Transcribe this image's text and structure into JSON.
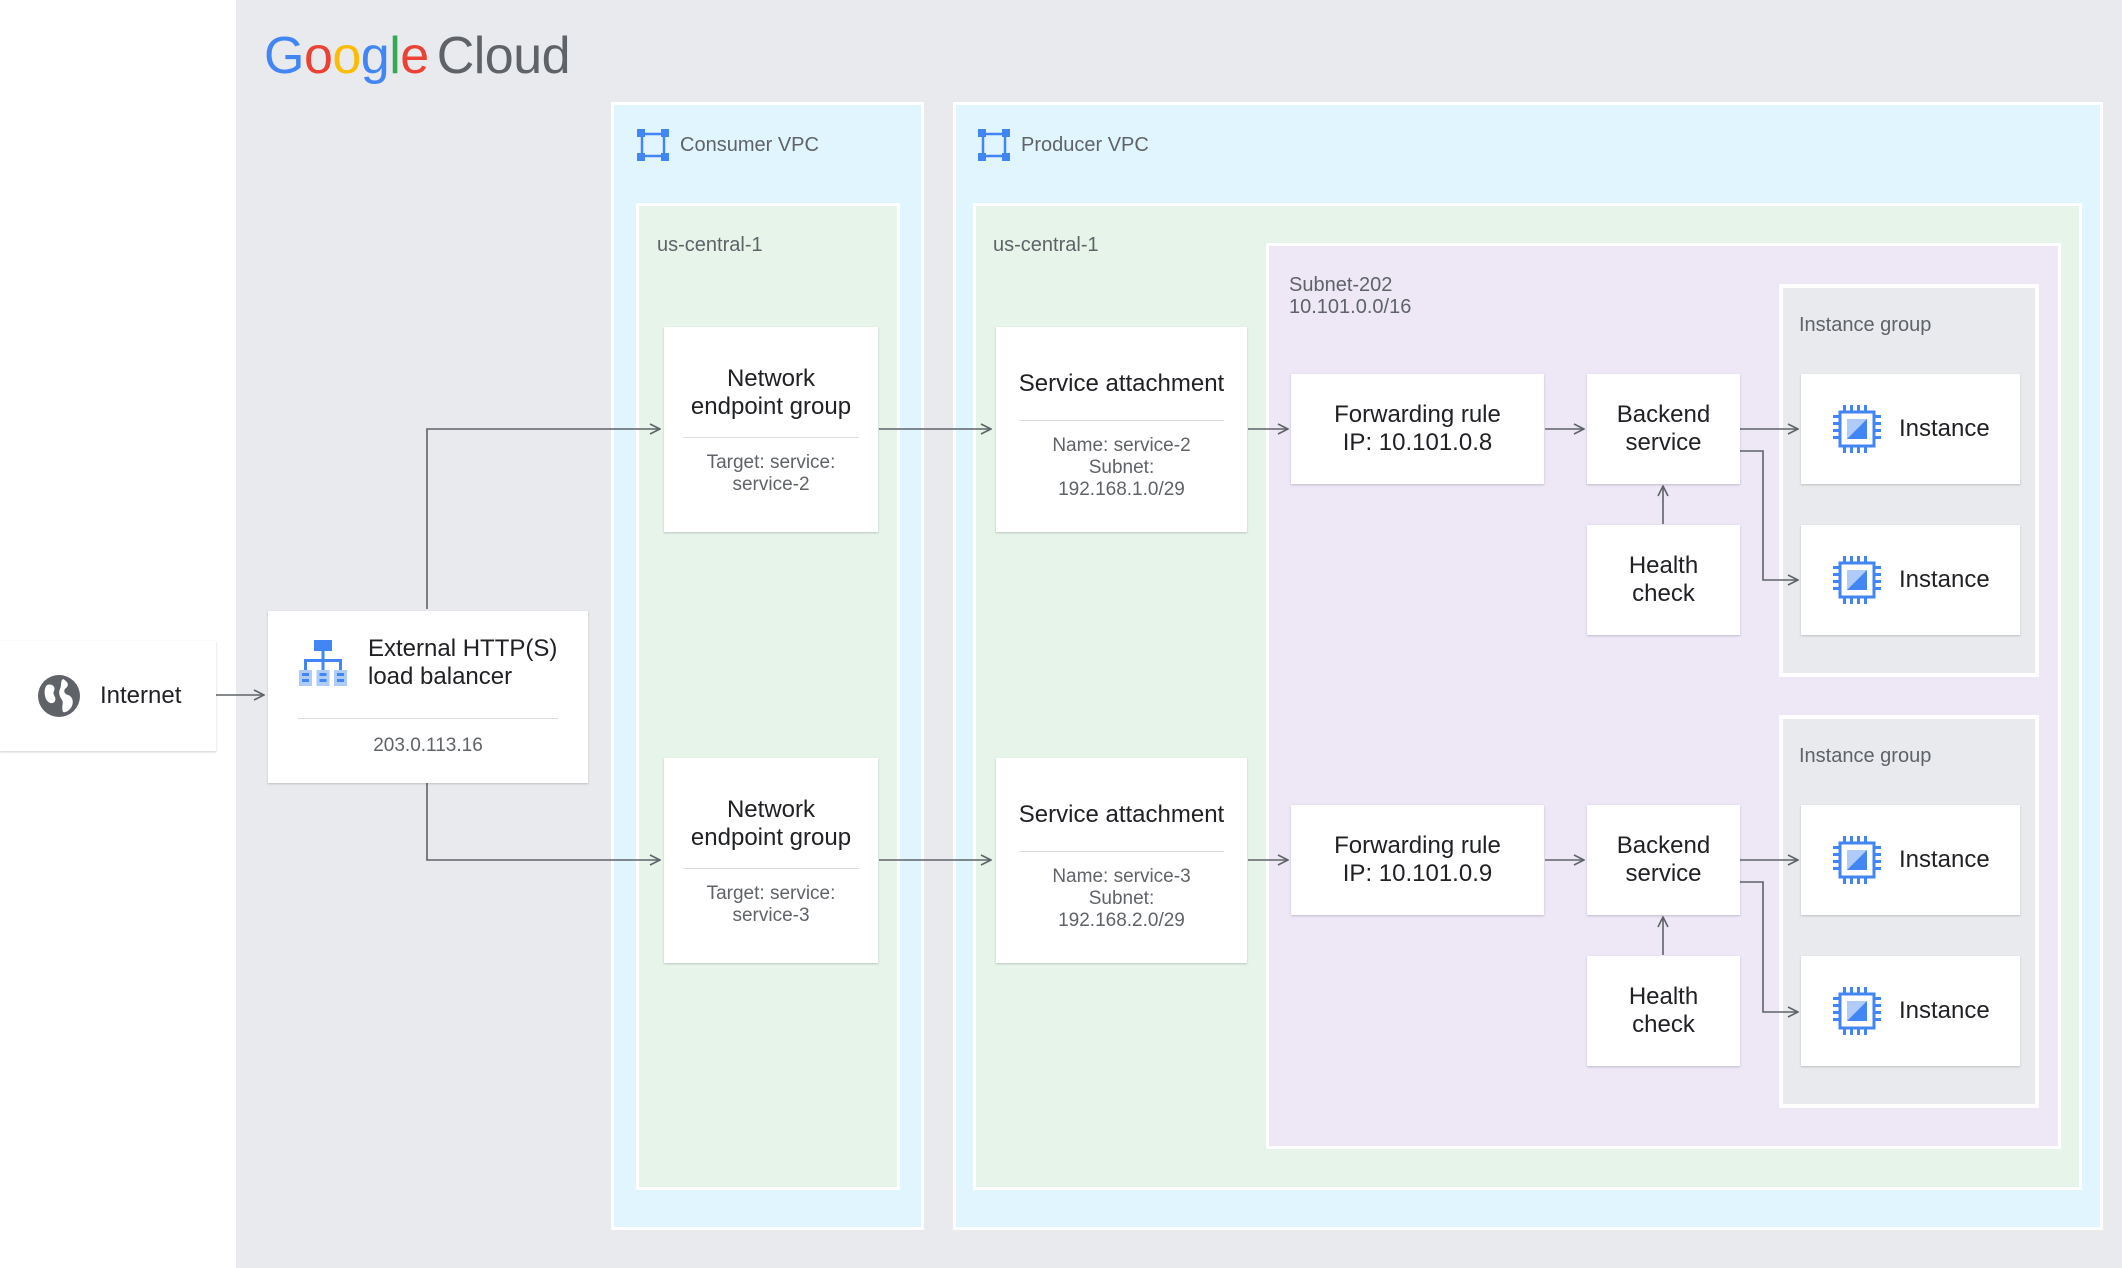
{
  "brand": {
    "google": [
      "G",
      "o",
      "o",
      "g",
      "l",
      "e"
    ],
    "google_colors": [
      "#4285F4",
      "#EA4335",
      "#FBBC05",
      "#4285F4",
      "#34A853",
      "#EA4335"
    ],
    "cloud": "Cloud"
  },
  "colors": {
    "vpc_bg": "#e1f5fe",
    "region_bg": "#e6f4ea",
    "subnet_bg": "#ede7f6",
    "icon_blue": "#4285f4",
    "line": "#5f6368"
  },
  "internet": {
    "label": "Internet",
    "icon": "globe-icon"
  },
  "load_balancer": {
    "title_line1": "External HTTP(S)",
    "title_line2": "load balancer",
    "ip": "203.0.113.16",
    "icon": "load-balancer-icon"
  },
  "consumer_vpc": {
    "label": "Consumer VPC",
    "region": "us-central-1",
    "negs": [
      {
        "title_line1": "Network",
        "title_line2": "endpoint group",
        "target_line1": "Target: service:",
        "target_line2": "service-2"
      },
      {
        "title_line1": "Network",
        "title_line2": "endpoint group",
        "target_line1": "Target: service:",
        "target_line2": "service-3"
      }
    ]
  },
  "producer_vpc": {
    "label": "Producer VPC",
    "region": "us-central-1",
    "subnet": {
      "name": "Subnet-202",
      "cidr": "10.101.0.0/16"
    },
    "service_attachments": [
      {
        "title": "Service attachment",
        "name": "Name: service-2",
        "subnet_label": "Subnet:",
        "subnet": "192.168.1.0/29"
      },
      {
        "title": "Service attachment",
        "name": "Name: service-3",
        "subnet_label": "Subnet:",
        "subnet": "192.168.2.0/29"
      }
    ],
    "forwarding_rules": [
      {
        "title": "Forwarding rule",
        "ip": "IP: 10.101.0.8"
      },
      {
        "title": "Forwarding rule",
        "ip": "IP: 10.101.0.9"
      }
    ],
    "backend_services": [
      {
        "line1": "Backend",
        "line2": "service"
      },
      {
        "line1": "Backend",
        "line2": "service"
      }
    ],
    "health_checks": [
      {
        "line1": "Health",
        "line2": "check"
      },
      {
        "line1": "Health",
        "line2": "check"
      }
    ],
    "instance_groups": [
      {
        "label": "Instance group",
        "instances": [
          "Instance",
          "Instance"
        ]
      },
      {
        "label": "Instance group",
        "instances": [
          "Instance",
          "Instance"
        ]
      }
    ]
  }
}
